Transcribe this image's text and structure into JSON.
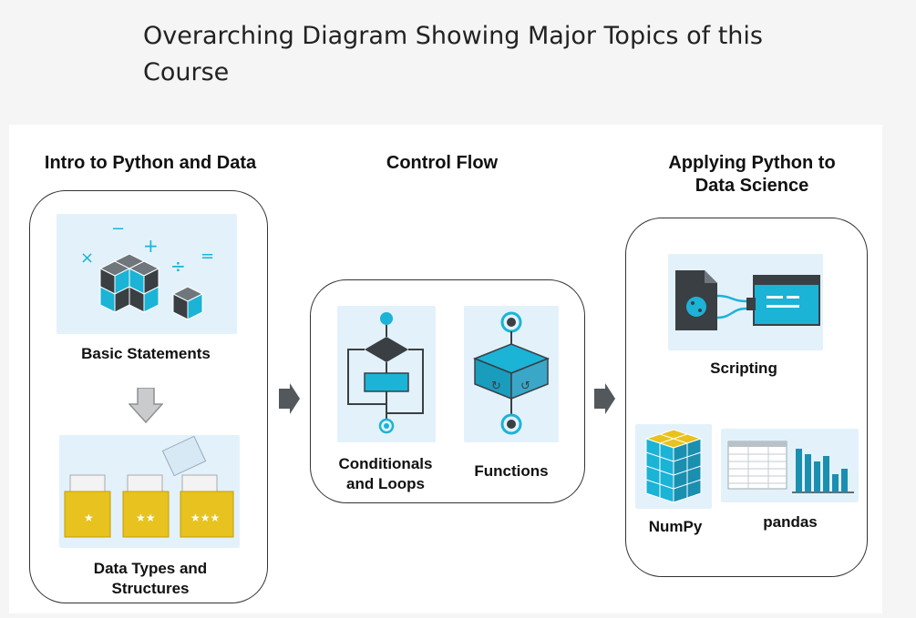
{
  "page": {
    "title": "Overarching Diagram Showing Major Topics of this Course"
  },
  "columns": {
    "intro": {
      "title": "Intro to Python and Data",
      "items": {
        "basic": "Basic Statements",
        "datatypes_line1": "Data Types and",
        "datatypes_line2": "Structures"
      }
    },
    "control": {
      "title": "Control Flow",
      "items": {
        "cond_line1": "Conditionals",
        "cond_line2": "and Loops",
        "functions": "Functions"
      }
    },
    "applying": {
      "title_line1": "Applying Python to",
      "title_line2": "Data Science",
      "items": {
        "scripting": "Scripting",
        "numpy": "NumPy",
        "pandas": "pandas"
      }
    }
  },
  "colors": {
    "accent": "#1bb3d6",
    "dark": "#3a3f44",
    "gold": "#e8c21e",
    "tile_bg": "#e3f1fb"
  }
}
